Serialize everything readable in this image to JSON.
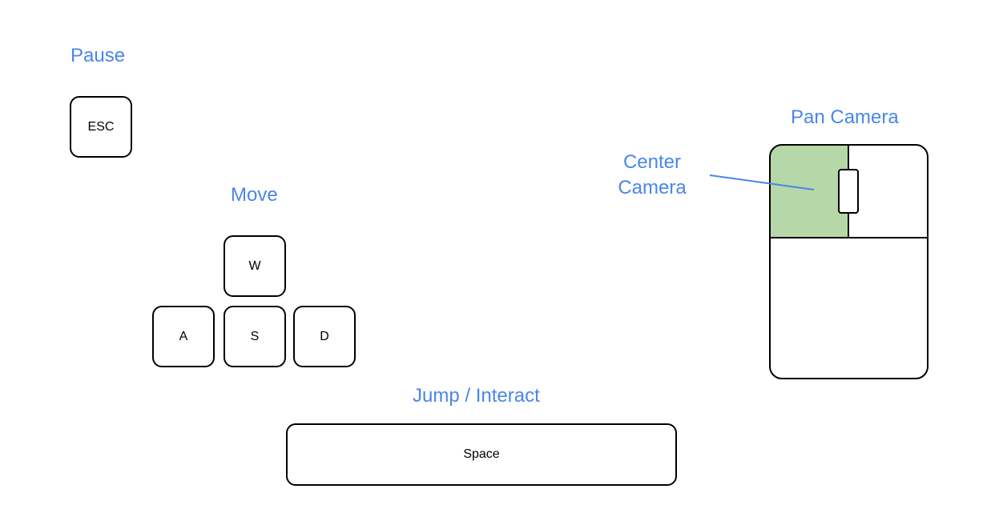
{
  "labels": {
    "pause": "Pause",
    "move": "Move",
    "jump": "Jump / Interact",
    "pan_camera": "Pan Camera",
    "center_camera_line1": "Center",
    "center_camera_line2": "Camera"
  },
  "keys": {
    "esc": "ESC",
    "w": "W",
    "a": "A",
    "s": "S",
    "d": "D",
    "space": "Space"
  },
  "icons": {
    "mouse": "mouse-icon",
    "leader_line": "leader-line"
  },
  "colors": {
    "label_text": "#4a86e8",
    "highlight_left_button": "#b6d7a8",
    "outline": "#000000",
    "leader_line": "#4a86e8"
  }
}
